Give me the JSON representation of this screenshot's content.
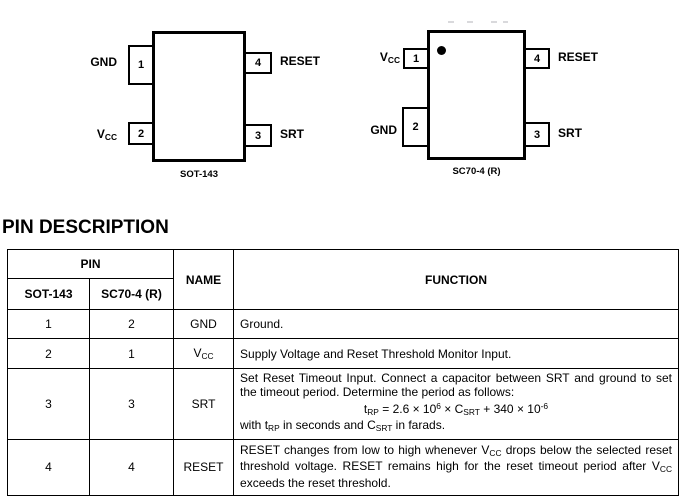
{
  "colors": {
    "ink": "#000000",
    "paper": "#ffffff"
  },
  "packages": {
    "sot143": {
      "caption": "SOT-143",
      "pin1": {
        "num": "1",
        "label": "GND"
      },
      "pin2": {
        "num": "2",
        "label_rich": [
          {
            "t": "V"
          },
          {
            "t": "CC",
            "s": "sub"
          }
        ]
      },
      "pin3": {
        "num": "3",
        "label": "SRT"
      },
      "pin4": {
        "num": "4",
        "label": "RESET"
      }
    },
    "sc704": {
      "caption": "SC70-4 (R)",
      "pin1": {
        "num": "1",
        "label_rich": [
          {
            "t": "V"
          },
          {
            "t": "CC",
            "s": "sub"
          }
        ]
      },
      "pin2": {
        "num": "2",
        "label": "GND"
      },
      "pin3": {
        "num": "3",
        "label": "SRT"
      },
      "pin4": {
        "num": "4",
        "label": "RESET"
      }
    }
  },
  "section_title": "PIN DESCRIPTION",
  "table": {
    "header": {
      "pin_group": "PIN",
      "col_sot143": "SOT-143",
      "col_sc704": "SC70-4 (R)",
      "col_name": "NAME",
      "col_function": "FUNCTION"
    },
    "rows": [
      {
        "sot143": "1",
        "sc704": "2",
        "name": "GND",
        "function": "Ground."
      },
      {
        "sot143": "2",
        "sc704": "1",
        "name_rich": [
          {
            "t": "V"
          },
          {
            "t": "CC",
            "s": "sub"
          }
        ],
        "function": "Supply Voltage and Reset Threshold Monitor Input."
      },
      {
        "sot143": "3",
        "sc704": "3",
        "name": "SRT",
        "function_para": "Set Reset Timeout Input. Connect a capacitor between SRT and ground to set the timeout period. Determine the period as follows:",
        "function_formula": [
          {
            "t": "t"
          },
          {
            "t": "RP",
            "s": "sub"
          },
          {
            "t": " = 2.6 × 10"
          },
          {
            "t": "6",
            "s": "sup"
          },
          {
            "t": " × C"
          },
          {
            "t": "SRT",
            "s": "sub"
          },
          {
            "t": " + 340 × 10"
          },
          {
            "t": "-6",
            "s": "sup"
          }
        ],
        "function_note": [
          {
            "t": "with t"
          },
          {
            "t": "RP",
            "s": "sub"
          },
          {
            "t": " in seconds and C"
          },
          {
            "t": "SRT",
            "s": "sub"
          },
          {
            "t": " in farads."
          }
        ]
      },
      {
        "sot143": "4",
        "sc704": "4",
        "name": "RESET",
        "function_rich": [
          {
            "t": "RESET changes from low to high whenever V"
          },
          {
            "t": "CC",
            "s": "sub"
          },
          {
            "t": " drops below the selected reset threshold voltage. RESET remains high for the reset timeout period after V"
          },
          {
            "t": "CC",
            "s": "sub"
          },
          {
            "t": " exceeds the reset threshold."
          }
        ]
      }
    ]
  }
}
